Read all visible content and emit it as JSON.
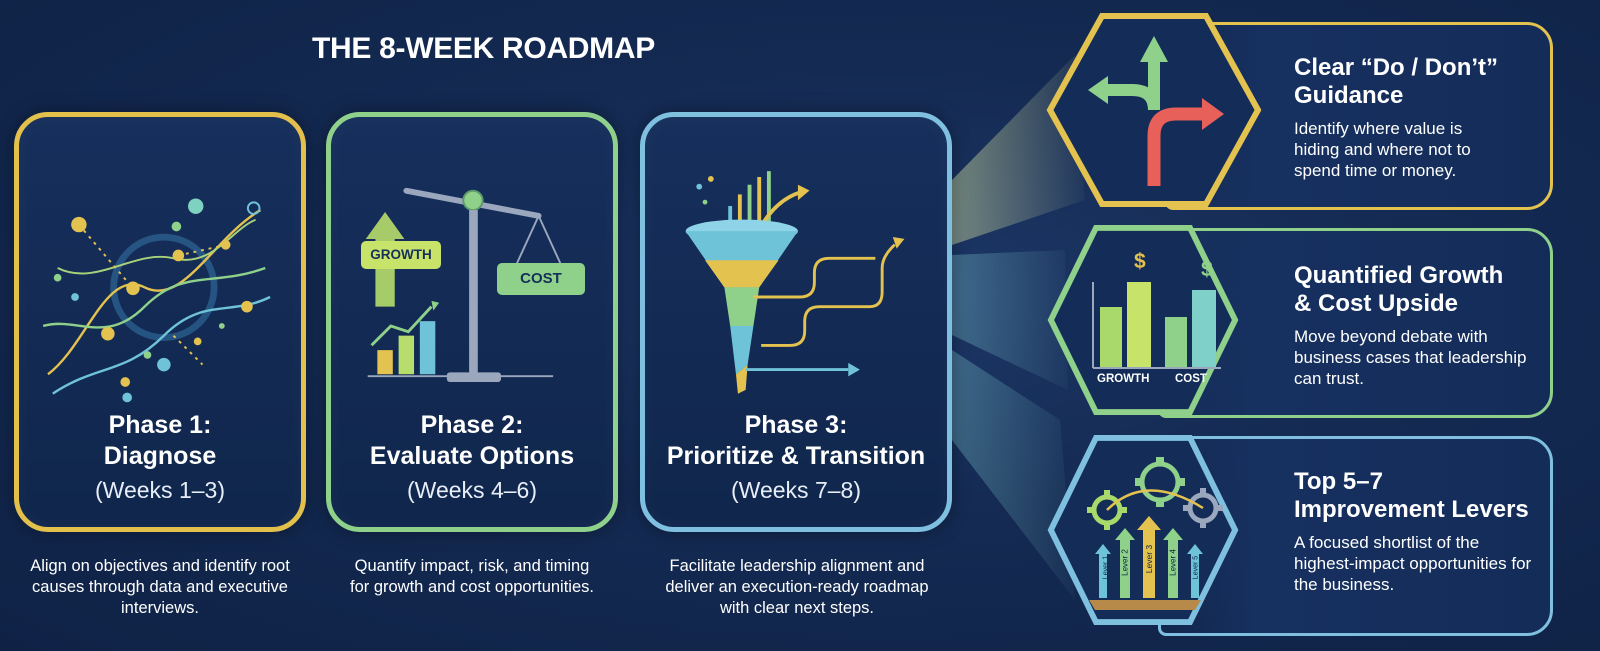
{
  "title": "THE 8-WEEK ROADMAP",
  "colors": {
    "gold": "#e8c350",
    "green": "#8fd18a",
    "blue": "#7fc0e0",
    "teal": "#58b7c9",
    "red": "#e8605a"
  },
  "phases": [
    {
      "title_line1": "Phase 1:",
      "title_line2": "Diagnose",
      "weeks": "(Weeks 1–3)",
      "description": "Align on objectives and identify root causes through data and executive interviews."
    },
    {
      "title_line1": "Phase 2:",
      "title_line2": "Evaluate Options",
      "weeks": "(Weeks 4–6)",
      "description": "Quantify impact, risk, and timing for growth and cost opportunities.",
      "scale_left": "GROWTH",
      "scale_right": "COST"
    },
    {
      "title_line1": "Phase 3:",
      "title_line2": "Prioritize & Transition",
      "weeks": "(Weeks 7–8)",
      "description": "Facilitate leadership alignment and deliver an execution-ready roadmap with clear next steps."
    }
  ],
  "outcomes": [
    {
      "title_line1": "Clear “Do / Don’t”",
      "title_line2": "Guidance",
      "description": "Identify where value is hiding and where not to spend time or money.",
      "icon": "split-arrow-icon"
    },
    {
      "title_line1": "Quantified Growth",
      "title_line2": "& Cost Upside",
      "description": "Move beyond debate with business cases that leadership can trust.",
      "icon": "bar-chart-icon",
      "chart_labels": [
        "GROWTH",
        "COST"
      ],
      "chart_symbol": "$"
    },
    {
      "title_line1": "Top 5–7",
      "title_line2": "Improvement Levers",
      "description": "A focused shortlist of the highest-impact opportunities for the business.",
      "icon": "gears-levers-icon",
      "lever_labels": [
        "Lever 1",
        "Lever 2",
        "Lever 3",
        "Lever 4",
        "Lever 5"
      ]
    }
  ]
}
